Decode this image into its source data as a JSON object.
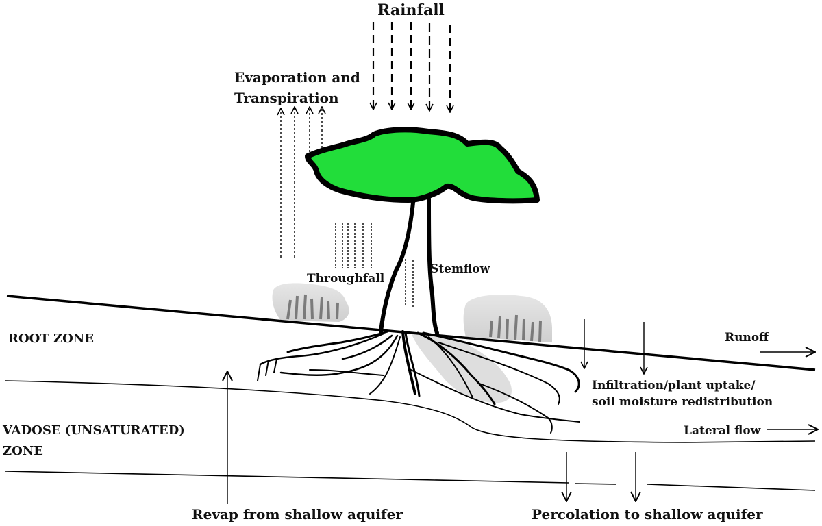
{
  "labels": {
    "rainfall": "Rainfall",
    "evap_line1": "Evaporation and",
    "evap_line2": "Transpiration",
    "throughfall": "Throughfall",
    "stemflow": "Stemflow",
    "root_zone": "ROOT ZONE",
    "runoff": "Runoff",
    "infiltration_line1": "Infiltration/plant uptake/",
    "infiltration_line2": "soil moisture redistribution",
    "vadose_line1": "VADOSE (UNSATURATED)",
    "vadose_line2": "ZONE",
    "lateral_flow": "Lateral flow",
    "revap": "Revap from shallow aquifer",
    "percolation": "Percolation to shallow aquifer"
  },
  "colors": {
    "canopy": "#22dd3a",
    "outline": "#000000",
    "shrub": "#d9d9d9",
    "root_shade": "#dcdcdc"
  }
}
